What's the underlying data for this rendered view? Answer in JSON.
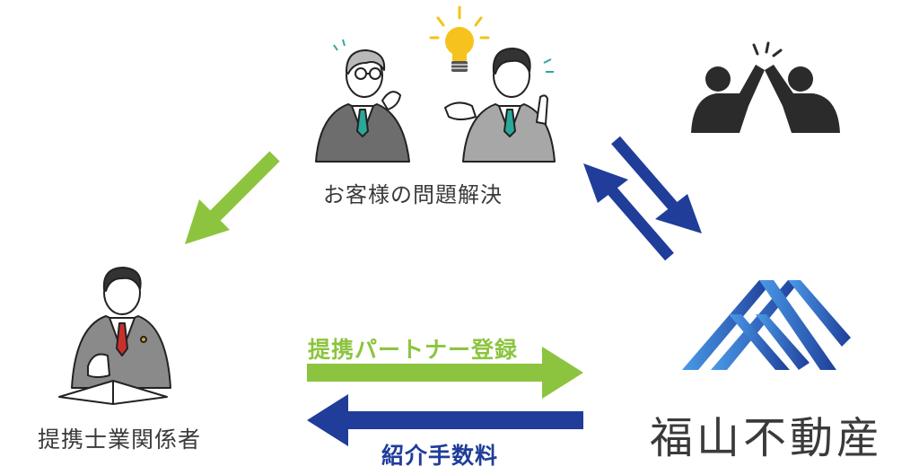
{
  "labels": {
    "problem_solving": "お客様の問題解決",
    "partner_professionals": "提携士業関係者",
    "partner_registration": "提携パートナー登録",
    "referral_fee": "紹介手数料",
    "company_name": "福山不動産"
  },
  "icons": [
    "thinking-elder-businessman-icon",
    "idea-businessman-icon",
    "lightbulb-icon",
    "high-five-icon",
    "lawyer-with-book-icon",
    "company-mountain-logo-icon"
  ],
  "colors": {
    "green_arrow": "#8dc43f",
    "navy_arrow": "#1f3d99",
    "text": "#3a3a3a",
    "logo_blue_light": "#3f86e0",
    "logo_blue_dark": "#1f3d99"
  }
}
